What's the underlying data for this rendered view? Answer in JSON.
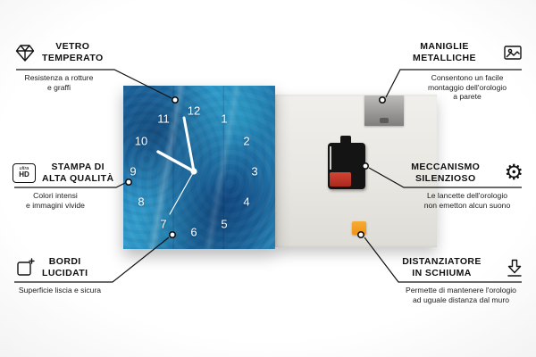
{
  "clock": {
    "numbers": [
      "12",
      "1",
      "2",
      "3",
      "4",
      "5",
      "6",
      "7",
      "8",
      "9",
      "10",
      "11"
    ]
  },
  "badges": {
    "ultra_hd_line1": "ultra",
    "ultra_hd_line2": "HD"
  },
  "callouts": {
    "vetro": {
      "title1": "VETRO",
      "title2": "TEMPERATO",
      "desc1": "Resistenza a rotture",
      "desc2": "e graffi"
    },
    "stampa": {
      "title1": "STAMPA DI",
      "title2": "ALTA QUALITÀ",
      "desc1": "Colori intensi",
      "desc2": "e immagini vivide"
    },
    "bordi": {
      "title1": "BORDI",
      "title2": "LUCIDATI",
      "desc1": "Superficie liscia e sicura"
    },
    "maniglie": {
      "title1": "MANIGLIE",
      "title2": "METALLICHE",
      "desc1": "Consentono un facile",
      "desc2": "montaggio dell'orologio",
      "desc3": "a parete"
    },
    "meccanismo": {
      "title1": "MECCANISMO",
      "title2": "SILENZIOSO",
      "desc1": "Le lancette dell'orologio",
      "desc2": "non emetton alcun suono"
    },
    "distanziatore": {
      "title1": "DISTANZIATORE",
      "title2": "IN SCHIUMA",
      "desc1": "Permette di mantenere l'orologio",
      "desc2": "ad uguale distanza dal muro"
    }
  },
  "icons": {
    "vetro": "diamond-icon",
    "stampa": "ultra-hd-icon",
    "bordi": "polished-edge-icon",
    "maniglie": "picture-frame-icon",
    "meccanismo": "gear-icon",
    "distanziatore": "down-arrow-icon"
  },
  "colors": {
    "front_blue": "#1f6fae",
    "foam_orange": "#f39c1f",
    "battery_red": "#b5301f",
    "line": "#111111"
  }
}
